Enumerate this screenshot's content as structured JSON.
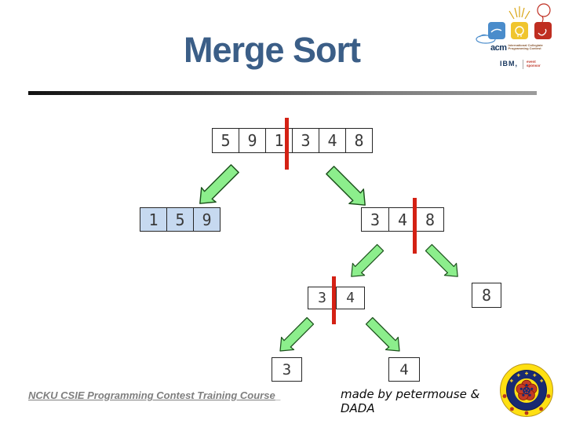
{
  "slide": {
    "title": "Merge Sort"
  },
  "logo": {
    "acm": "acm",
    "acm_line1": "International Collegiate",
    "acm_line2": "Programming Contest",
    "ibm": "IBM,",
    "sponsor_line1": "event",
    "sponsor_line2": "sponsor"
  },
  "diagram": {
    "root": {
      "values": [
        "5",
        "9",
        "1",
        "3",
        "4",
        "8"
      ],
      "split_after_index": 2
    },
    "left_sorted": {
      "values": [
        "1",
        "5",
        "9"
      ]
    },
    "right": {
      "values": [
        "3",
        "4",
        "8"
      ],
      "split_after_index": 1
    },
    "mid_pair": {
      "values": [
        "3",
        "4"
      ],
      "split_after_index": 0
    },
    "single_eight": {
      "values": [
        "8"
      ]
    },
    "single_three": {
      "values": [
        "3"
      ]
    },
    "single_four": {
      "values": [
        "4"
      ]
    }
  },
  "footer": {
    "course": "NCKU CSIE Programming Contest Training Course",
    "course_suffix": "_",
    "credit_line1": "made by petermouse &",
    "credit_line2": "DADA"
  },
  "colors": {
    "title": "#3b5e87",
    "divider_red": "#d42114",
    "arrow_green": "#8cee8c",
    "arrow_outline": "#1d521d",
    "cell_highlight": "#c6d9f0",
    "footer_gray": "#7f7f7f",
    "acm_navy": "#17365d",
    "sponsor_red": "#c0392b",
    "tile_blue": "#4a8ccb",
    "tile_yellow": "#f0c52e",
    "tile_red": "#bf2e21"
  }
}
